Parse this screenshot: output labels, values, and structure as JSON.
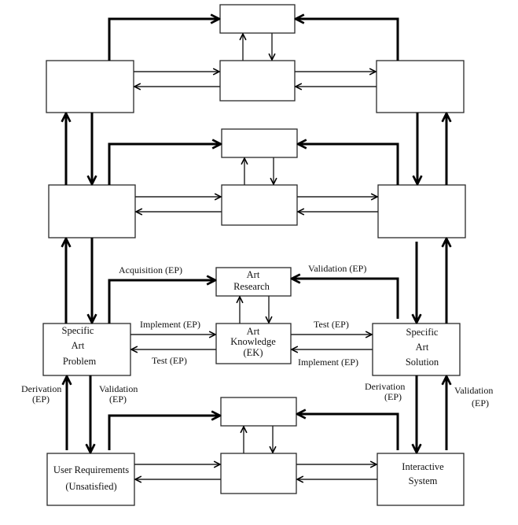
{
  "diagram": {
    "boxes": {
      "art_research": [
        "Art",
        "Research"
      ],
      "art_knowledge": [
        "Art",
        "Knowledge",
        "(EK)"
      ],
      "specific_art_problem": [
        "Specific",
        "Art",
        "Problem"
      ],
      "specific_art_solution": [
        "Specific",
        "Art",
        "Solution"
      ],
      "user_requirements": [
        "User Requirements",
        "(Unsatisfied)"
      ],
      "interactive_system": [
        "Interactive",
        "System"
      ]
    },
    "edge_labels": {
      "acquisition": "Acquisition (EP)",
      "validation_top": "Validation (EP)",
      "implement_left": "Implement (EP)",
      "test_left": "Test (EP)",
      "test_right": "Test (EP)",
      "implement_right": "Implement (EP)",
      "derivation_left": [
        "Derivation",
        "(EP)"
      ],
      "validation_left": [
        "Validation",
        "(EP)"
      ],
      "derivation_right": [
        "Derivation",
        "(EP)"
      ],
      "validation_right": [
        "Validation",
        "(EP)"
      ]
    }
  }
}
